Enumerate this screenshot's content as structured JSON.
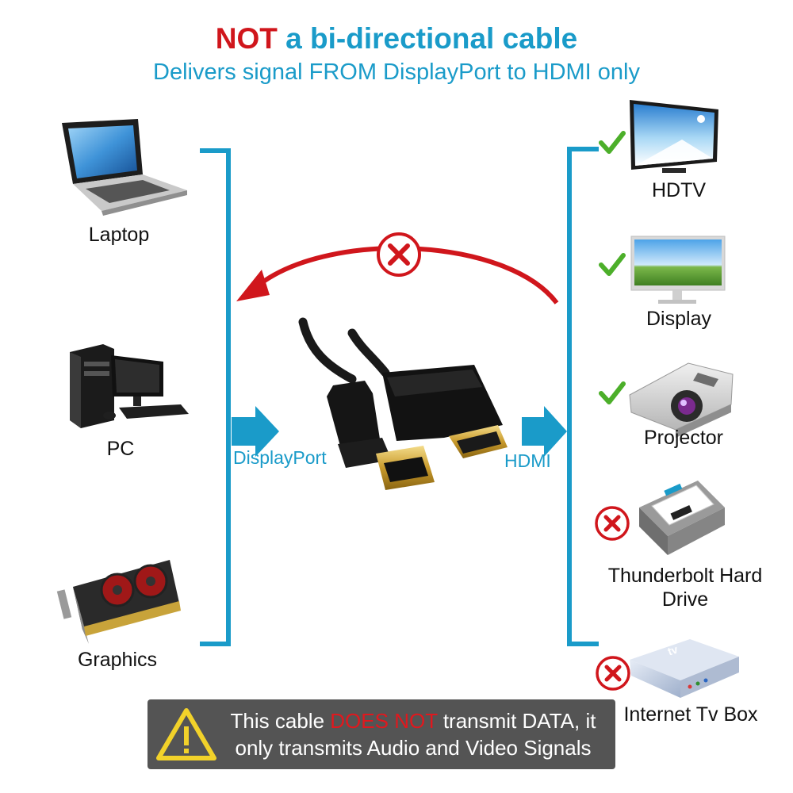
{
  "header": {
    "title_not": "NOT",
    "title_rest": " a bi-directional cable",
    "subtitle": "Delivers signal FROM DisplayPort to HDMI only"
  },
  "sources": [
    {
      "label": "Laptop",
      "icon": "laptop-icon"
    },
    {
      "label": "PC",
      "icon": "desktop-pc-icon"
    },
    {
      "label": "Graphics",
      "icon": "graphics-card-icon"
    }
  ],
  "targets": [
    {
      "label": "HDTV",
      "status": "supported"
    },
    {
      "label": "Display",
      "status": "supported"
    },
    {
      "label": "Projector",
      "status": "supported"
    },
    {
      "label": "Thunderbolt Hard Drive",
      "status": "unsupported"
    },
    {
      "label": "Internet Tv Box",
      "status": "unsupported"
    }
  ],
  "targets_text": {
    "hdtv": "HDTV",
    "display": "Display",
    "projector": "Projector",
    "hdd_line1": "Thunderbolt Hard",
    "hdd_line2": "Drive",
    "tvbox": "Internet Tv Box"
  },
  "ports": {
    "input": "DisplayPort",
    "output": "HDMI"
  },
  "tvbox_logo": "tv",
  "warning": {
    "part1": "This cable ",
    "highlight": "DOES NOT",
    "part2": " transmit DATA, it",
    "line2": "only transmits Audio and Video Signals"
  },
  "colors": {
    "accent": "#1a9bc9",
    "alert": "#d0161c",
    "check": "#4caf2a",
    "warning_bg": "#545454",
    "warning_icon": "#f2d22a"
  }
}
